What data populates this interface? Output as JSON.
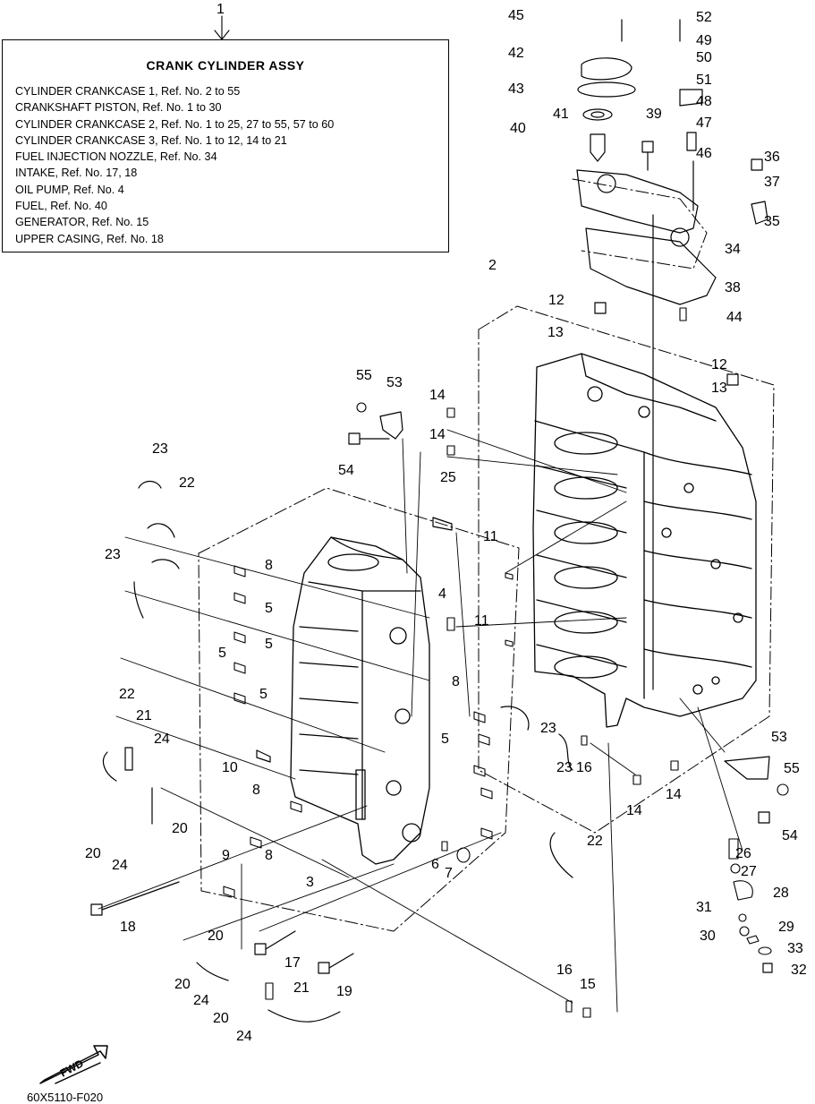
{
  "assembly": {
    "ref_number": "1",
    "title": "CRANK CYLINDER ASSY",
    "items": [
      "CYLINDER CRANKCASE 1,  Ref. No. 2 to 55",
      "CRANKSHAFT PISTON, Ref. No. 1 to 30",
      "CYLINDER CRANKCASE 2, Ref. No. 1 to 25, 27 to 55, 57 to 60",
      "CYLINDER CRANKCASE 3, Ref. No. 1 to 12, 14 to 21",
      "FUEL INJECTION NOZZLE,  Ref. No. 34",
      "INTAKE, Ref. No. 17, 18",
      "OIL PUMP,  Ref. No. 4",
      "FUEL,  Ref. No. 40",
      "GENERATOR,  Ref. No. 15",
      "UPPER CASING, Ref. No. 18"
    ]
  },
  "direction_marker": "FWD",
  "figure_code": "60X5110-F020",
  "callouts": [
    "45",
    "52",
    "49",
    "42",
    "50",
    "51",
    "43",
    "48",
    "41",
    "39",
    "47",
    "40",
    "46",
    "36",
    "37",
    "35",
    "34",
    "38",
    "2",
    "12",
    "44",
    "13",
    "12",
    "13",
    "55",
    "53",
    "14",
    "14",
    "54",
    "25",
    "23",
    "22",
    "11",
    "8",
    "23",
    "5",
    "4",
    "5",
    "11",
    "5",
    "5",
    "8",
    "22",
    "23",
    "21",
    "5",
    "16",
    "24",
    "23",
    "53",
    "55",
    "10",
    "8",
    "14",
    "14",
    "54",
    "20",
    "22",
    "20",
    "8",
    "9",
    "6",
    "7",
    "26",
    "24",
    "3",
    "27",
    "28",
    "18",
    "31",
    "29",
    "20",
    "30",
    "33",
    "17",
    "32",
    "20",
    "16",
    "15",
    "24",
    "21",
    "19",
    "20",
    "24"
  ]
}
